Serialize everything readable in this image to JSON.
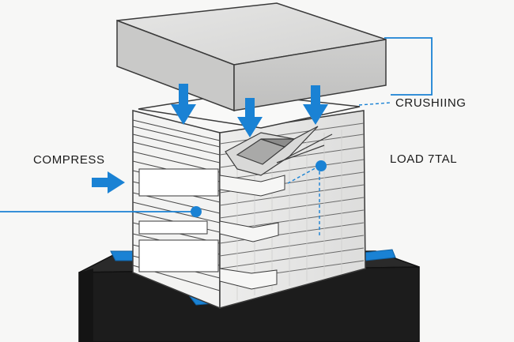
{
  "labels": {
    "crushing": "CRUSHIING",
    "compress": "COMPRESS",
    "load": "LOAD 7TAL"
  },
  "colors": {
    "accent": "#1a82d4",
    "base": "#1c1c1c",
    "slab": "#dcdcdb",
    "board": "#f2f2f1",
    "line": "#3a3a3a"
  },
  "icons": [
    "down-arrow-icon",
    "right-arrow-icon",
    "callout-dot"
  ]
}
